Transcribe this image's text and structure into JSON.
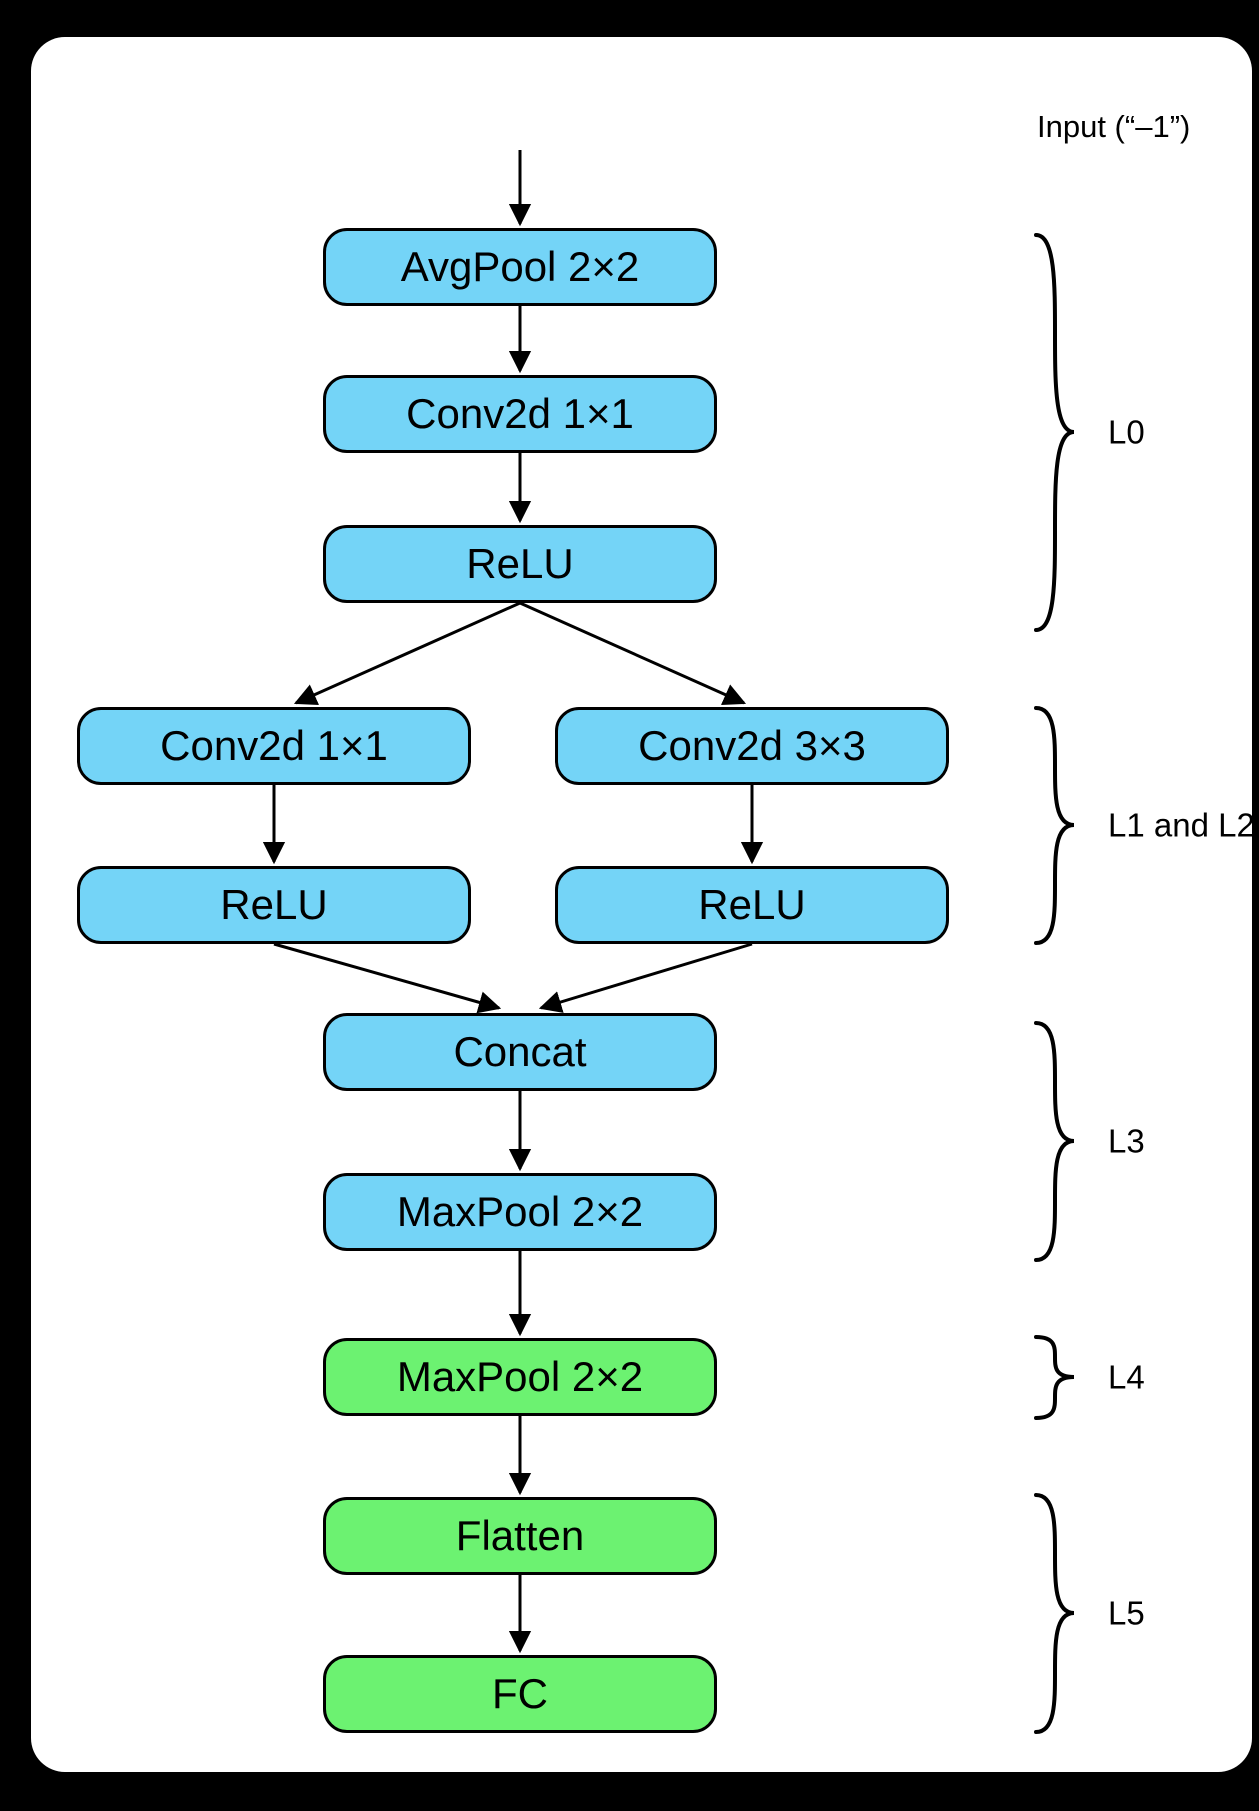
{
  "colors": {
    "page-bg": "#000000",
    "card-bg": "#ffffff",
    "stroke": "#000000",
    "node-blue": "#74d4f7",
    "node-green": "#6cf271"
  },
  "annotations": {
    "input_label": "Input (“–1”)"
  },
  "nodes": [
    {
      "id": "avgpool",
      "label": "AvgPool 2×2",
      "color": "blue"
    },
    {
      "id": "conv2d_l0",
      "label": "Conv2d 1×1",
      "color": "blue"
    },
    {
      "id": "relu_l0",
      "label": "ReLU",
      "color": "blue"
    },
    {
      "id": "conv2d_l1",
      "label": "Conv2d 1×1",
      "color": "blue"
    },
    {
      "id": "conv2d_l2",
      "label": "Conv2d 3×3",
      "color": "blue"
    },
    {
      "id": "relu_l1",
      "label": "ReLU",
      "color": "blue"
    },
    {
      "id": "relu_l2",
      "label": "ReLU",
      "color": "blue"
    },
    {
      "id": "concat",
      "label": "Concat",
      "color": "blue"
    },
    {
      "id": "maxpool_l3",
      "label": "MaxPool 2×2",
      "color": "blue"
    },
    {
      "id": "maxpool_l4",
      "label": "MaxPool 2×2",
      "color": "green"
    },
    {
      "id": "flatten",
      "label": "Flatten",
      "color": "green"
    },
    {
      "id": "fc",
      "label": "FC",
      "color": "green"
    }
  ],
  "edges": [
    {
      "from": "input",
      "to": "avgpool"
    },
    {
      "from": "avgpool",
      "to": "conv2d_l0"
    },
    {
      "from": "conv2d_l0",
      "to": "relu_l0"
    },
    {
      "from": "relu_l0",
      "to": "conv2d_l1"
    },
    {
      "from": "relu_l0",
      "to": "conv2d_l2"
    },
    {
      "from": "conv2d_l1",
      "to": "relu_l1"
    },
    {
      "from": "conv2d_l2",
      "to": "relu_l2"
    },
    {
      "from": "relu_l1",
      "to": "concat"
    },
    {
      "from": "relu_l2",
      "to": "concat"
    },
    {
      "from": "concat",
      "to": "maxpool_l3"
    },
    {
      "from": "maxpool_l3",
      "to": "maxpool_l4"
    },
    {
      "from": "maxpool_l4",
      "to": "flatten"
    },
    {
      "from": "flatten",
      "to": "fc"
    }
  ],
  "braces": [
    {
      "label": "L0",
      "covers": [
        "avgpool",
        "conv2d_l0",
        "relu_l0"
      ]
    },
    {
      "label": "L1 and L2",
      "covers": [
        "conv2d_l1",
        "conv2d_l2",
        "relu_l1",
        "relu_l2"
      ]
    },
    {
      "label": "L3",
      "covers": [
        "concat",
        "maxpool_l3"
      ]
    },
    {
      "label": "L4",
      "covers": [
        "maxpool_l4"
      ]
    },
    {
      "label": "L5",
      "covers": [
        "flatten",
        "fc"
      ]
    }
  ]
}
